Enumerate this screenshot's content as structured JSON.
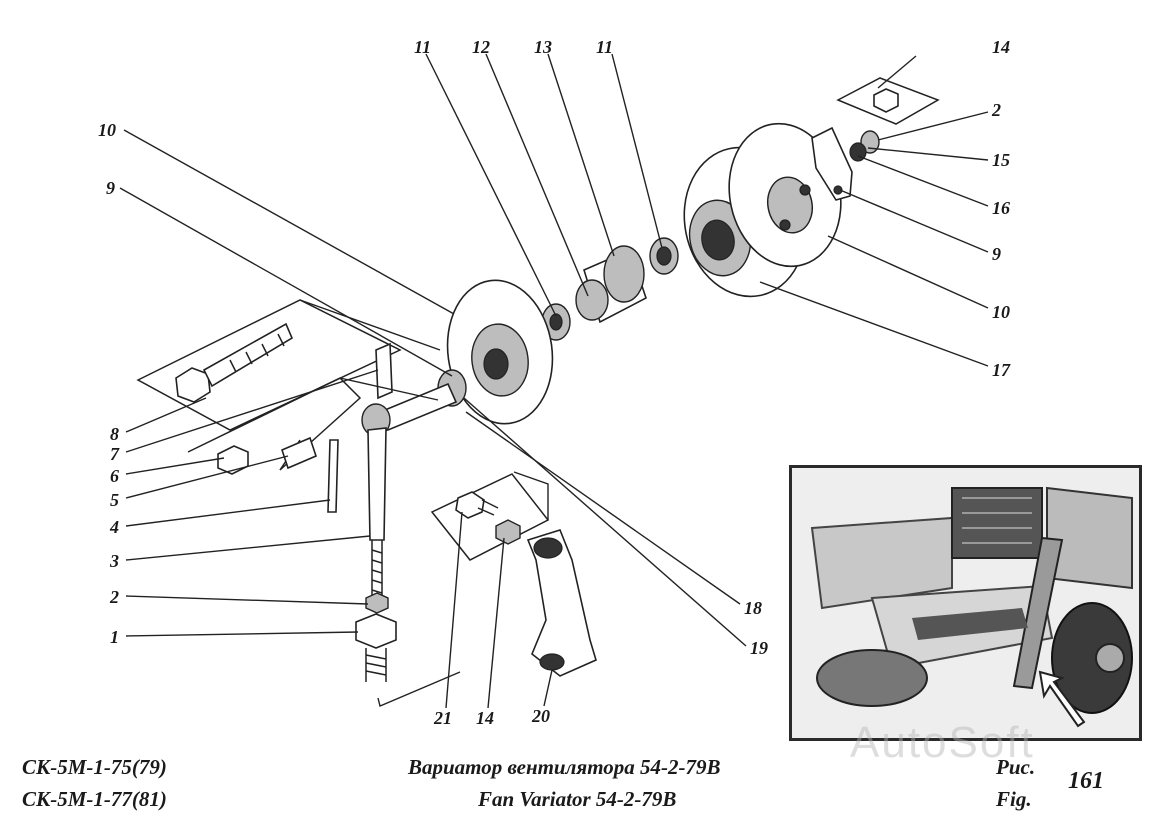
{
  "callouts": {
    "c14_top": "14",
    "c2_right": "2",
    "c15": "15",
    "c16": "16",
    "c9_right": "9",
    "c10_right": "10",
    "c17": "17",
    "c11_a": "11",
    "c12": "12",
    "c13": "13",
    "c11_b": "11",
    "c10_left": "10",
    "c9_left": "9",
    "c8": "8",
    "c7": "7",
    "c6": "6",
    "c5": "5",
    "c4": "4",
    "c3": "3",
    "c2_left": "2",
    "c1": "1",
    "c18": "18",
    "c19": "19",
    "c21": "21",
    "c14_bottom": "14",
    "c20": "20"
  },
  "footer": {
    "model_1": "СК-5М-1-75(79)",
    "model_2": "СК-5М-1-77(81)",
    "title_ru": "Вариатор вентилятора  54-2-79В",
    "title_en": "Fan Variator  54-2-79B",
    "fig_ru": "Рис.",
    "fig_en": "Fig.",
    "fig_number": "161"
  },
  "watermark": "AutoSoft",
  "icons": {
    "inset": "combine-harvester-location-photo",
    "arrow": "location-arrow-icon"
  }
}
